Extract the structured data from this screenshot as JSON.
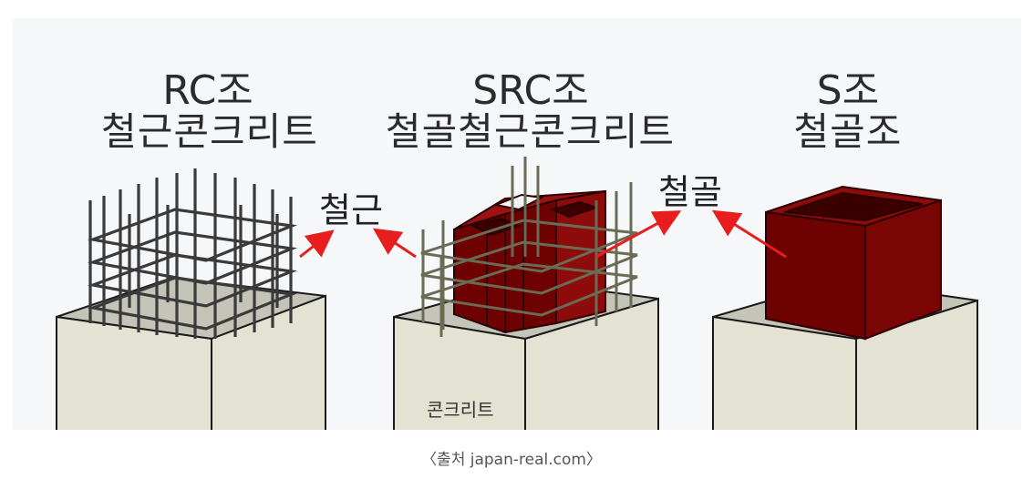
{
  "panels": [
    {
      "title_en": "RC조",
      "title_ko": "철근콘크리트"
    },
    {
      "title_en": "SRC조",
      "title_ko": "철골철근콘크리트"
    },
    {
      "title_en": "S조",
      "title_ko": "철골조"
    }
  ],
  "callouts": {
    "rebar": "철근",
    "steel": "철골"
  },
  "concrete_label": "콘크리트",
  "caption": "〈출처 japan-real.com〉",
  "colors": {
    "steel": "#6e0202",
    "rebar": "#444444",
    "concrete_top": "#c5c4b9",
    "concrete_side": "#e4e3d3",
    "arrow": "#e81e1e",
    "background": "#f6f7f9"
  }
}
